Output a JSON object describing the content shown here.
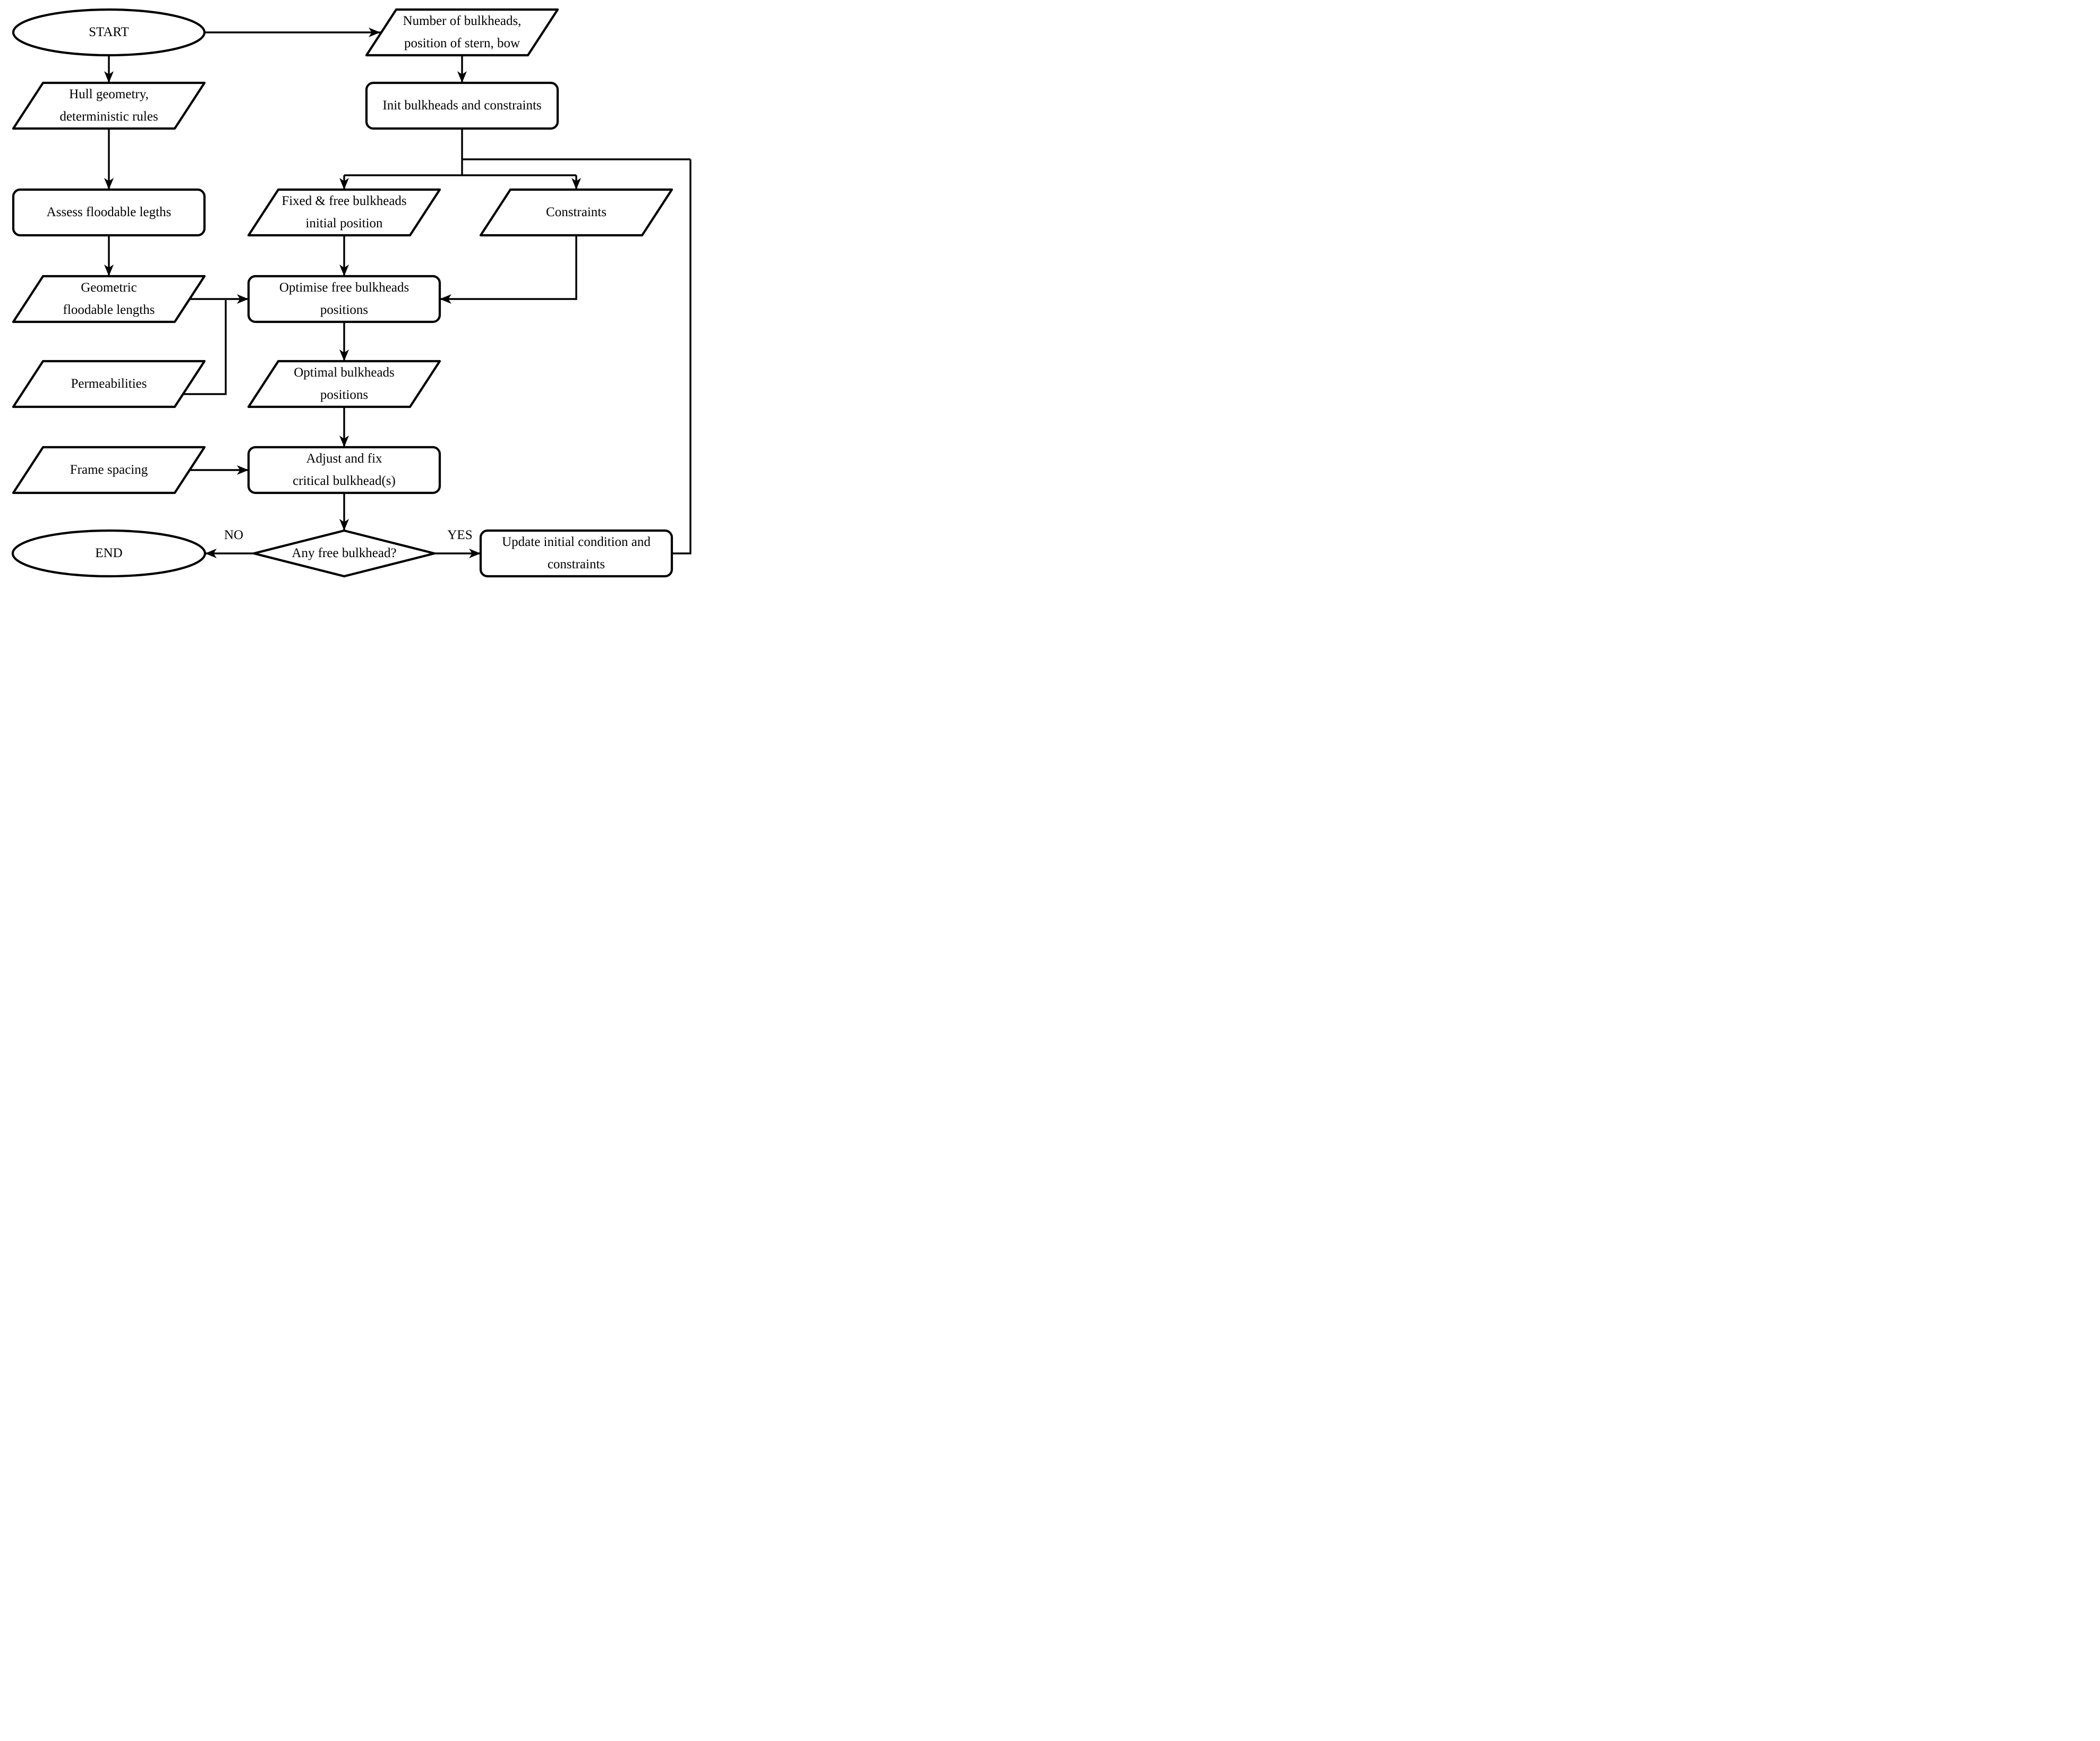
{
  "diagram": {
    "type": "flowchart",
    "background_color": "#ffffff",
    "stroke_color": "#000000",
    "text_color": "#000000",
    "nodes": {
      "start": {
        "label": "START",
        "shape": "terminator"
      },
      "number_of_bulkheads": {
        "label": "Number of bulkheads,\nposition of stern, bow",
        "shape": "data"
      },
      "hull_geometry": {
        "label": "Hull geometry,\ndeterministic rules",
        "shape": "data"
      },
      "init_bulkheads": {
        "label": "Init bulkheads and constraints",
        "shape": "process"
      },
      "assess_floodable": {
        "label": "Assess floodable legths",
        "shape": "process"
      },
      "fixed_free_bulkheads": {
        "label": "Fixed & free bulkheads\ninitial position",
        "shape": "data"
      },
      "constraints": {
        "label": "Constraints",
        "shape": "data"
      },
      "geometric_floodable": {
        "label": "Geometric\nfloodable lengths",
        "shape": "data"
      },
      "optimise_free_bulkheads": {
        "label": "Optimise free bulkheads\npositions",
        "shape": "process"
      },
      "permeabilities": {
        "label": "Permeabilities",
        "shape": "data"
      },
      "optimal_positions": {
        "label": "Optimal bulkheads\npositions",
        "shape": "data"
      },
      "frame_spacing": {
        "label": "Frame spacing",
        "shape": "data"
      },
      "adjust_fix": {
        "label": "Adjust and fix\ncritical bulkhead(s)",
        "shape": "process"
      },
      "any_free_bulkhead": {
        "label": "Any free bulkhead?",
        "shape": "decision"
      },
      "end": {
        "label": "END",
        "shape": "terminator"
      },
      "update_initial": {
        "label": "Update initial condition and\nconstraints",
        "shape": "process"
      }
    },
    "edge_labels": {
      "no": "NO",
      "yes": "YES"
    }
  }
}
